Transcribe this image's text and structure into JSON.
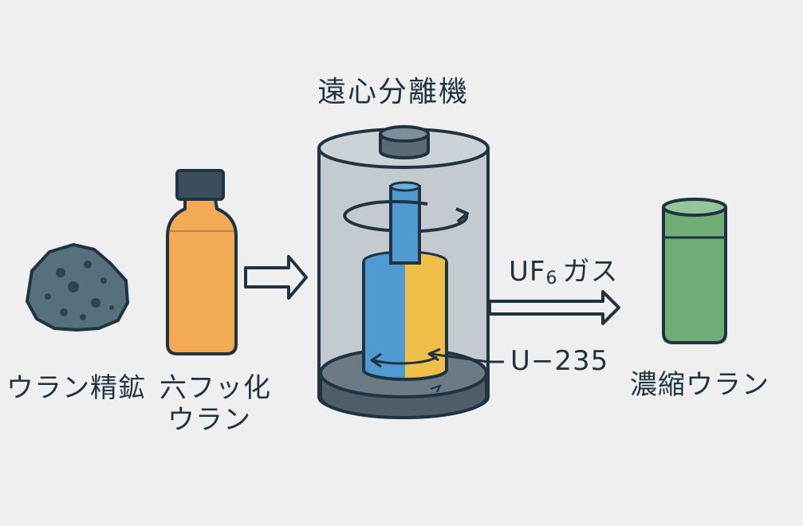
{
  "title": "遠心分離機",
  "labels": {
    "ore": "ウラン精鉱",
    "uf6_line1": "六フッ化",
    "uf6_line2": "ウラン",
    "gas_main": "UF",
    "gas_sub": "6",
    "gas_tail": "ガス",
    "isotope": "U−235",
    "enriched": "濃縮ウラン"
  },
  "colors": {
    "outline": "#1f3340",
    "ore": "#56707c",
    "bottle": "#f2aa55",
    "cap": "#3a4e5b",
    "cylinder": "#c3cbd1",
    "rotor_left": "#4f9ad0",
    "rotor_right": "#eec04a",
    "product": "#6faf77",
    "base": "#6b7a84"
  },
  "icons": [
    "ore-rock-icon",
    "bottle-icon",
    "arrow-right-icon",
    "centrifuge-icon",
    "rotation-arrow-icon",
    "product-container-icon"
  ]
}
